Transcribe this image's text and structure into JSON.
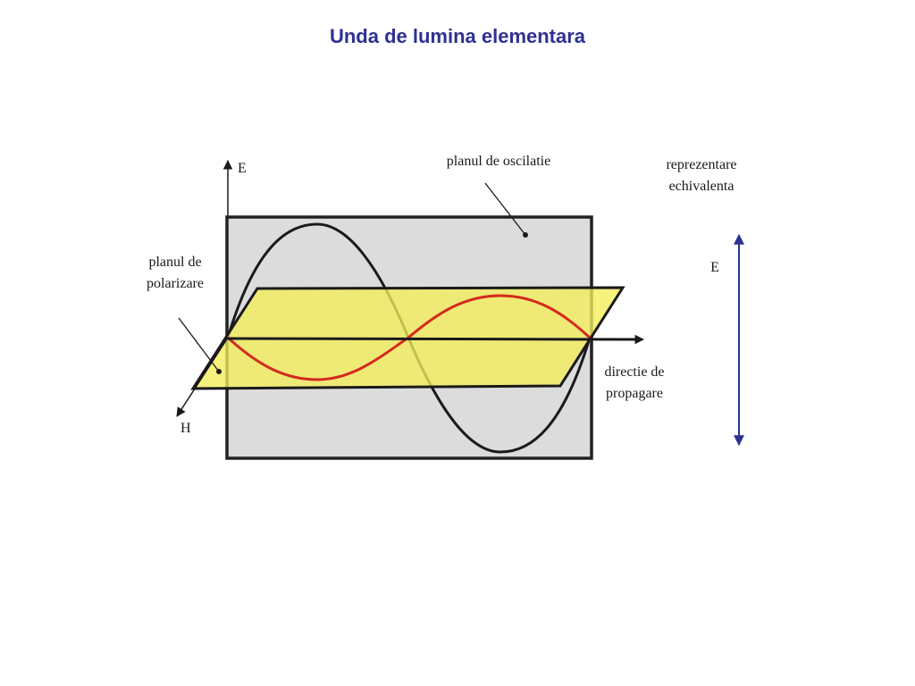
{
  "title": "Unda de lumina elementara",
  "labels": {
    "axis_e": "E",
    "axis_h": "H",
    "oscillation_plane": "planul de oscilatie",
    "polarization_plane_line1": "planul de",
    "polarization_plane_line2": "polarizare",
    "propagation_line1": "directie de",
    "propagation_line2": "propagare",
    "equivalent_line1": "reprezentare",
    "equivalent_line2": "echivalenta",
    "equivalent_e": "E"
  },
  "colors": {
    "title": "#2e3192",
    "oscillation_plane_fill": "#dcdcdc",
    "polarization_plane_fill": "#f5ed5a",
    "e_wave": "#1a1a1a",
    "h_wave": "#d42a1e",
    "equivalent_arrow": "#2e3192"
  }
}
